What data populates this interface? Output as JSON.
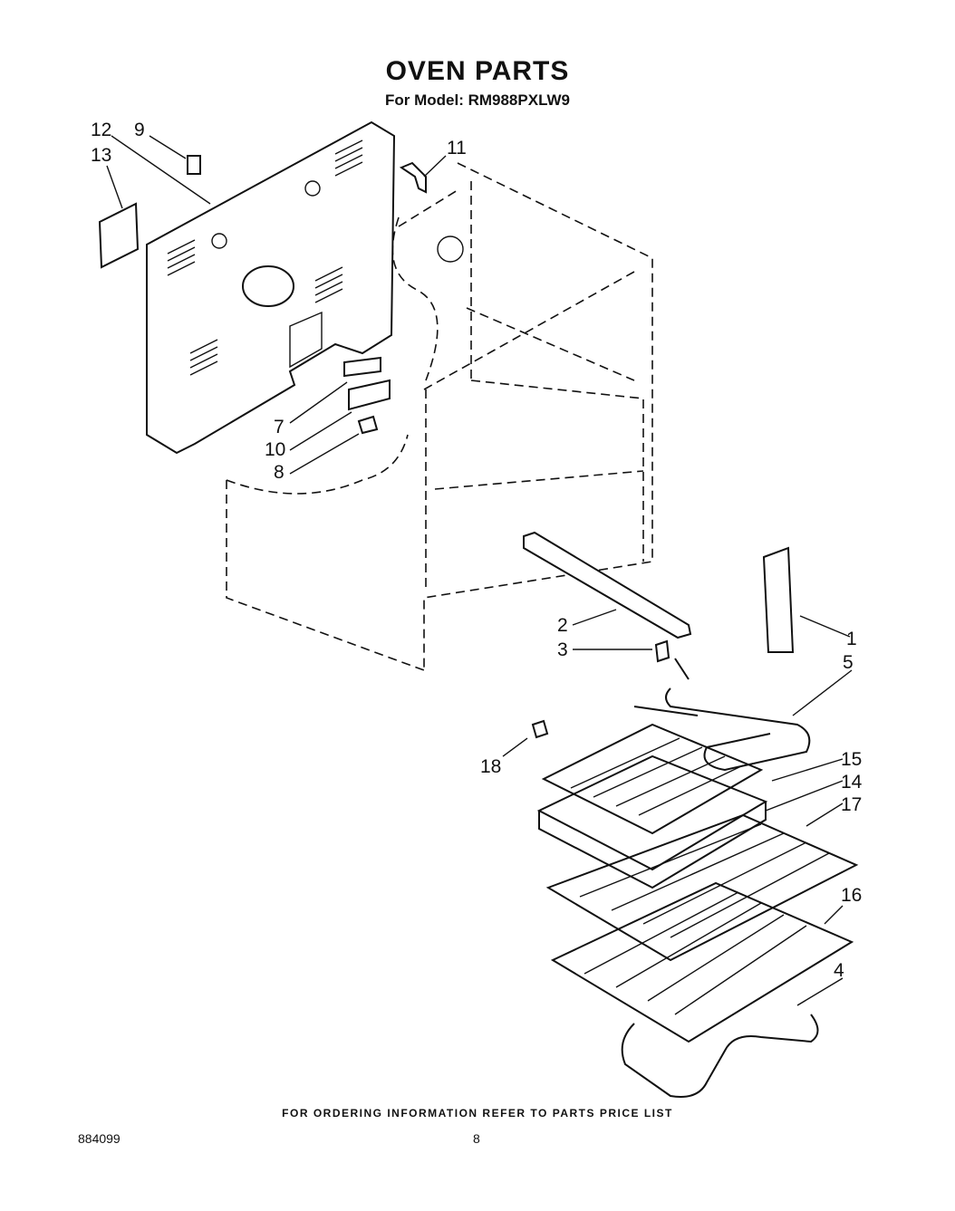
{
  "header": {
    "title": "OVEN PARTS",
    "subtitle": "For Model: RM988PXLW9"
  },
  "callouts": [
    {
      "label": "12"
    },
    {
      "label": "13"
    },
    {
      "label": "9"
    },
    {
      "label": "11"
    },
    {
      "label": "7"
    },
    {
      "label": "10"
    },
    {
      "label": "8"
    },
    {
      "label": "1"
    },
    {
      "label": "2"
    },
    {
      "label": "3"
    },
    {
      "label": "5"
    },
    {
      "label": "18"
    },
    {
      "label": "15"
    },
    {
      "label": "14"
    },
    {
      "label": "17"
    },
    {
      "label": "16"
    },
    {
      "label": "4"
    }
  ],
  "footer": {
    "notice": "FOR ORDERING INFORMATION REFER TO PARTS PRICE LIST",
    "doc_number": "884099",
    "page_number": "8"
  }
}
